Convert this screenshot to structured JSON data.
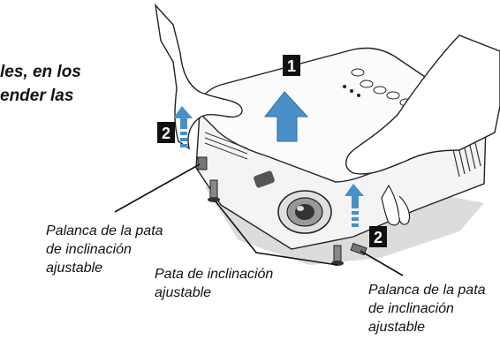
{
  "heading": {
    "line1": "les, en los",
    "line2": "ender las"
  },
  "labels": {
    "lever_left": [
      "Palanca de la pata",
      "de inclinación",
      "ajustable"
    ],
    "foot_center": [
      "Pata de inclinación",
      "ajustable"
    ],
    "lever_right": [
      "Palanca de la pata",
      "de inclinación",
      "ajustable"
    ]
  },
  "steps": {
    "step1": "1",
    "step2_left": "2",
    "step2_right": "2"
  },
  "colors": {
    "arrow_blue": "#4a90c8",
    "shadow_gray": "#d8d8d8"
  }
}
